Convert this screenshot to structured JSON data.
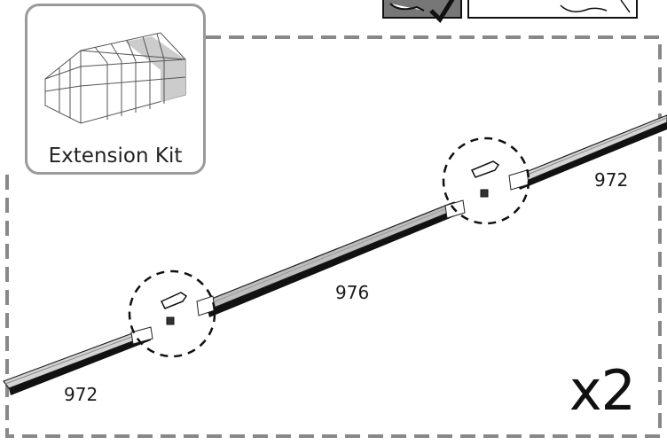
{
  "extension_kit": {
    "label": "Extension Kit",
    "icon": "greenhouse-extension-icon"
  },
  "rails": [
    {
      "name": "left",
      "length": "972"
    },
    {
      "name": "middle",
      "length": "976"
    },
    {
      "name": "right",
      "length": "972"
    }
  ],
  "quantity": "x2",
  "colors": {
    "dashed_border": "#888888",
    "rail_fill": "#bdbdbd",
    "rail_dark": "#111111",
    "highlight": "#c8c8c8"
  }
}
